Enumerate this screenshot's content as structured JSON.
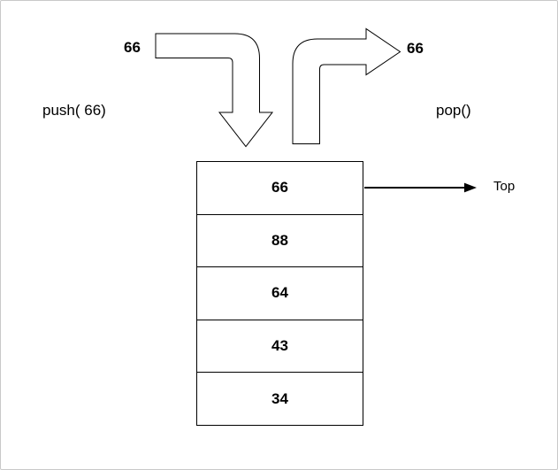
{
  "canvas": {
    "background": "#ffffff",
    "frame_color": "#c9c9c9",
    "stroke_color": "#000000"
  },
  "push_group": {
    "value_label": "66",
    "operation_label": "push( 66)"
  },
  "pop_group": {
    "value_label": "66",
    "operation_label": "pop()"
  },
  "stack": {
    "items": [
      "66",
      "88",
      "64",
      "43",
      "34"
    ],
    "top_pointer_label": "Top"
  }
}
